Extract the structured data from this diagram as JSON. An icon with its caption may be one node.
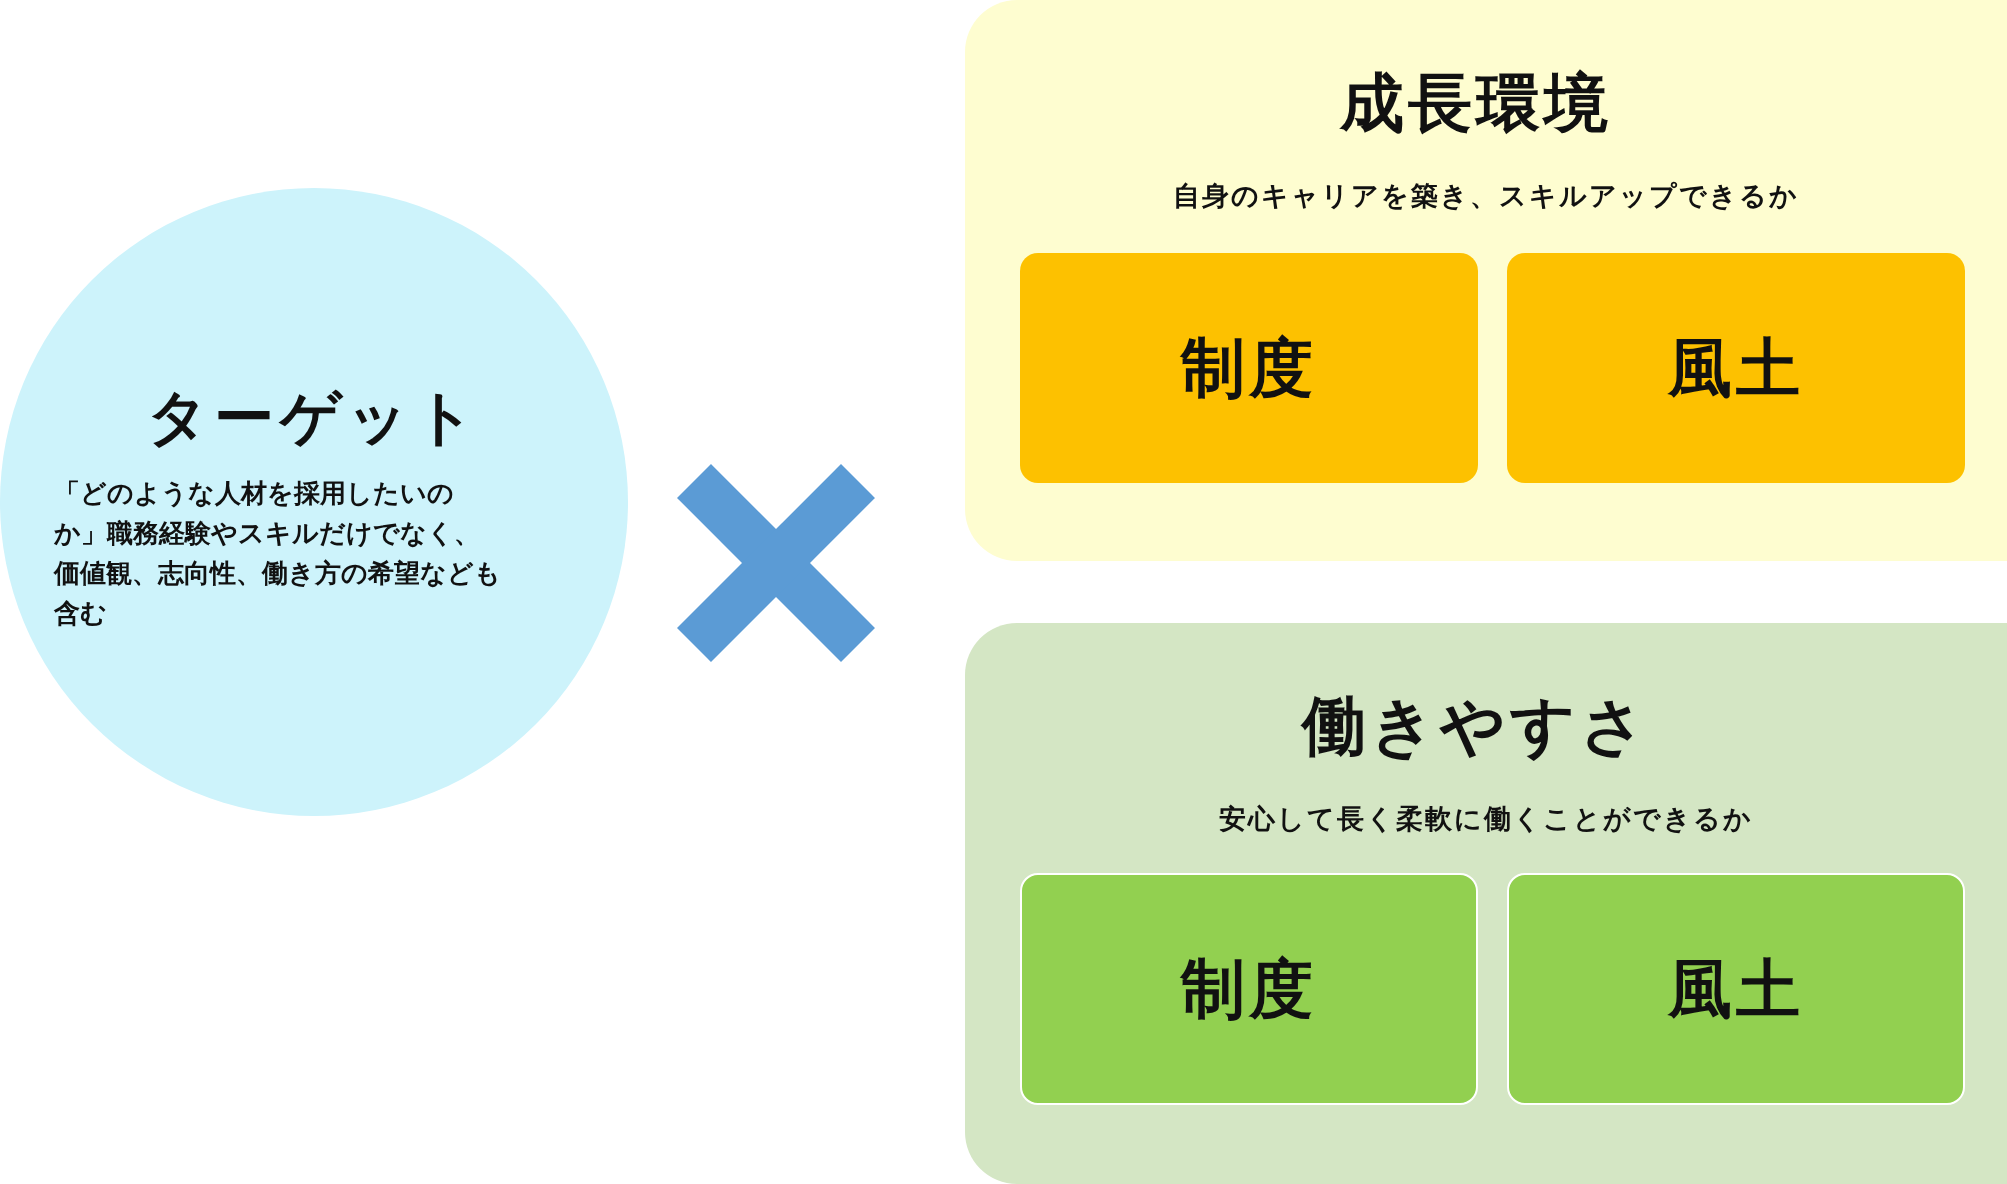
{
  "diagram": {
    "nodes": [
      {
        "text": [
          "ターゲット",
          "「どのような人材を採用したいのか」職務経験やスキルだけでなく、価値観、志向性、働き方の希望なども含む"
        ]
      },
      {
        "text": [
          "成長環境",
          "自身のキャリアを築き、スキルアップできるか"
        ]
      },
      {
        "text": [
          "制度"
        ],
        "in": 1
      },
      {
        "text": [
          "風土"
        ],
        "in": 1
      },
      {
        "text": [
          "働きやすさ",
          "安心して長く柔軟に働くことができるか"
        ]
      },
      {
        "text": [
          "制度"
        ],
        "in": 4
      },
      {
        "text": [
          "風土"
        ],
        "in": 4
      }
    ],
    "edges": []
  }
}
